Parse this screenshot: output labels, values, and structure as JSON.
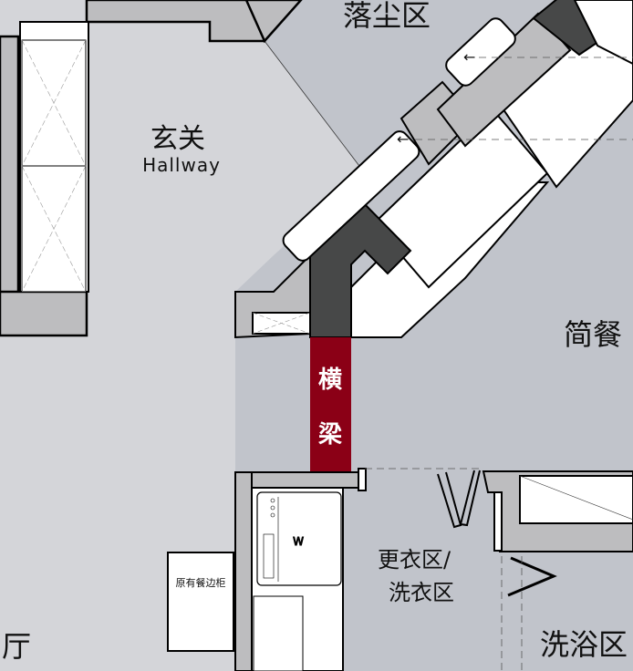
{
  "labels": {
    "hallway_zh": "玄关",
    "hallway_en": "Hallway",
    "dust_zone": "落尘区",
    "dining_partial": "简餐",
    "beam_1": "横",
    "beam_2": "梁",
    "laundry_1": "更衣区/",
    "laundry_2": "洗衣区",
    "sideboard": "原有餐边柜",
    "living_partial": "厅",
    "bath_partial": "洗浴区"
  },
  "colors": {
    "hallway_floor": "#d4d5d9",
    "room_floor": "#c1c4cb",
    "wall": "#bdbdbf",
    "structural_column": "#474848",
    "beam": "#8b0016",
    "furniture": "#ffffff"
  },
  "icons": [
    "arrow-left-icon",
    "washing-machine-icon"
  ]
}
